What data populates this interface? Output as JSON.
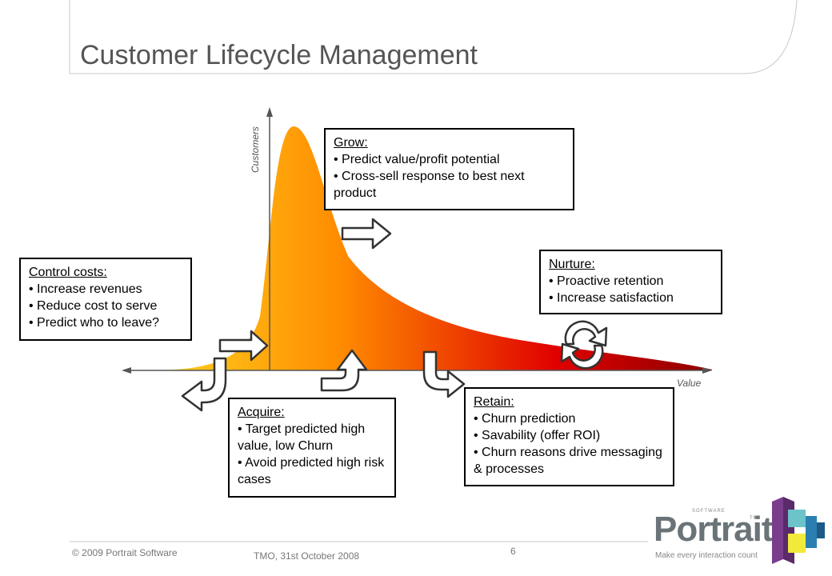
{
  "slide": {
    "title": "Customer Lifecycle Management"
  },
  "axes": {
    "y_label": "Customers",
    "x_label": "Value"
  },
  "boxes": {
    "grow": {
      "heading": "Grow:",
      "items": [
        "• Predict value/profit potential",
        "• Cross-sell response to best next product"
      ]
    },
    "control": {
      "heading": "Control costs:",
      "items": [
        "• Increase revenues",
        "• Reduce cost to serve",
        "• Predict who to leave?"
      ]
    },
    "nurture": {
      "heading": "Nurture:",
      "items": [
        "• Proactive retention",
        "• Increase satisfaction"
      ]
    },
    "acquire": {
      "heading": "Acquire:",
      "items": [
        "• Target predicted high value, low Churn",
        "• Avoid predicted high risk cases"
      ]
    },
    "retain": {
      "heading": "Retain:",
      "items": [
        "• Churn prediction",
        "• Savability (offer ROI)",
        "• Churn reasons drive messaging & processes"
      ]
    }
  },
  "footer": {
    "copyright": "© 2009 Portrait Software",
    "event": "TMO, 31st October 2008",
    "page": "6"
  },
  "logo": {
    "software": "SOFTWARE",
    "name": "Portrait",
    "tm": "TM",
    "tagline": "Make every interaction count"
  },
  "colors": {
    "curve_start": "#ffd21f",
    "curve_mid": "#ff8c00",
    "curve_end": "#e00000",
    "curve_tail": "#8c0000",
    "title": "#555555"
  }
}
